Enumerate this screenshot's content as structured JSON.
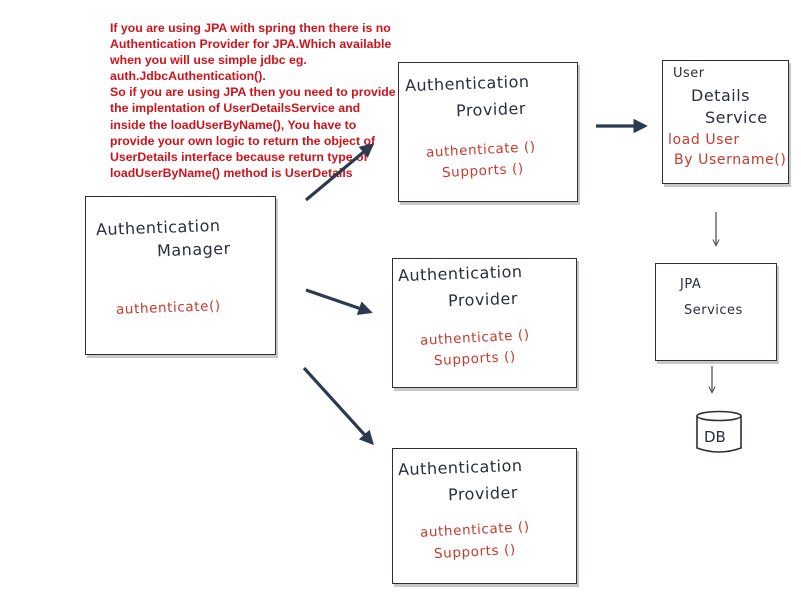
{
  "note": {
    "lines": [
      "If you are using JPA with spring then there is no",
      "Authentication Provider for JPA.Which available",
      "when you will use simple jdbc eg.",
      "auth.JdbcAuthentication().",
      "So if you are using JPA then you need to provide",
      "the implentation of UserDetailsService and",
      "inside the loadUserByName(), You have to",
      "provide your own logic to return the object of",
      "UserDetails interface because return type of",
      "loadUserByName() method is UserDetails"
    ]
  },
  "manager": {
    "line1": "Authentication",
    "line2": "Manager",
    "method": "authenticate()"
  },
  "providers": [
    {
      "line1": "Authentication",
      "line2": "Provider",
      "method1": "authenticate ()",
      "method2": "Supports ()"
    },
    {
      "line1": "Authentication",
      "line2": "Provider",
      "method1": "authenticate ()",
      "method2": "Supports ()"
    },
    {
      "line1": "Authentication",
      "line2": "Provider",
      "method1": "authenticate ()",
      "method2": "Supports ()"
    }
  ],
  "user_details": {
    "line1": "User",
    "line2": "Details",
    "line3": "Service",
    "method1": "load User",
    "method2": "By Username()"
  },
  "jpa": {
    "line1": "JPA",
    "line2": "Services"
  },
  "db": {
    "label": "DB"
  },
  "colors": {
    "ink": "#2b2f3a",
    "note_red": "#d0121b",
    "method_red": "#c83a2e"
  }
}
